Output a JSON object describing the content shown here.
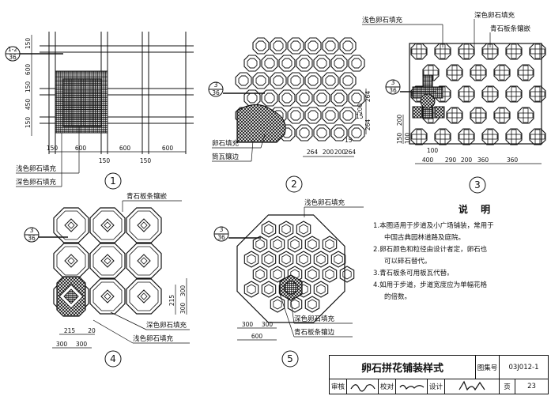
{
  "sheet": {
    "title": "卵石拼花铺装样式",
    "atlas_label": "图集号",
    "atlas_no": "03J012-1",
    "page_label": "页",
    "page_no": "23",
    "review_label": "审核",
    "check_label": "校对",
    "design_label": "设计"
  },
  "notes": {
    "title": "说 明",
    "items": [
      "1.本图适用于步道及小广场铺装，常用于",
      "中国古典园林道路及庭院。",
      "2.卵石颜色和粒径由设计者定，卵石也",
      "可以碎石替代。",
      "3.青石板条可用板瓦代替。",
      "4.如用于步道，步道宽度应为单幅花格",
      "的倍数。"
    ]
  },
  "figures": {
    "f1": {
      "number": "1",
      "ref_top": "1-2",
      "ref_bottom": "36",
      "labels": [
        "浅色卵石填充",
        "深色卵石填充"
      ],
      "dims_v": [
        "150",
        "600",
        "150",
        "450",
        "150"
      ],
      "dims_h": [
        "150",
        "600",
        "600",
        "600"
      ],
      "dims_h2": [
        "150",
        "150"
      ]
    },
    "f2": {
      "number": "2",
      "ref_top": "3",
      "ref_bottom": "36",
      "labels": [
        "卵石填充",
        "筒瓦镶边"
      ],
      "dims_h": [
        "264",
        "200",
        "200",
        "264"
      ],
      "dims_v": [
        "264",
        "200",
        "264"
      ],
      "dims_misc": [
        "15",
        "15"
      ]
    },
    "f3": {
      "number": "3",
      "ref_top": "3",
      "ref_bottom": "36",
      "labels": [
        "浅色卵石填充",
        "深色卵石填充",
        "青石板条镶嵌"
      ],
      "dims_h": [
        "400",
        "290",
        "200",
        "360",
        "360"
      ],
      "dims_v": [
        "150",
        "100",
        "200"
      ],
      "dims_misc": [
        "100"
      ]
    },
    "f4": {
      "number": "4",
      "ref_top": "3",
      "ref_bottom": "36",
      "labels": [
        "青石板条镶嵌",
        "深色卵石填充",
        "浅色卵石填充"
      ],
      "dims_h": [
        "215",
        "20",
        "300",
        "300"
      ],
      "dims_v": [
        "215",
        "300",
        "300"
      ]
    },
    "f5": {
      "number": "5",
      "ref_top": "3",
      "ref_bottom": "36",
      "labels": [
        "浅色卵石填充",
        "深色卵石填充",
        "青石板条镶边"
      ],
      "dims_h": [
        "300",
        "300",
        "600"
      ]
    }
  }
}
